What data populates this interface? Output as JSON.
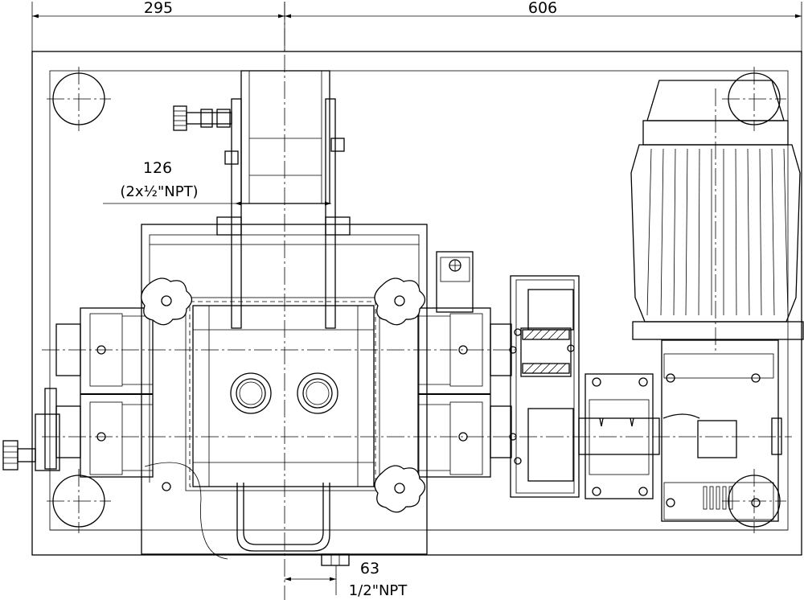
{
  "dimensions": {
    "left_width": "295",
    "right_width": "606",
    "inlet_label": "126",
    "inlet_spec": "(2x½\"NPT)",
    "outlet_label": "63",
    "outlet_spec": "1/2\"NPT"
  }
}
